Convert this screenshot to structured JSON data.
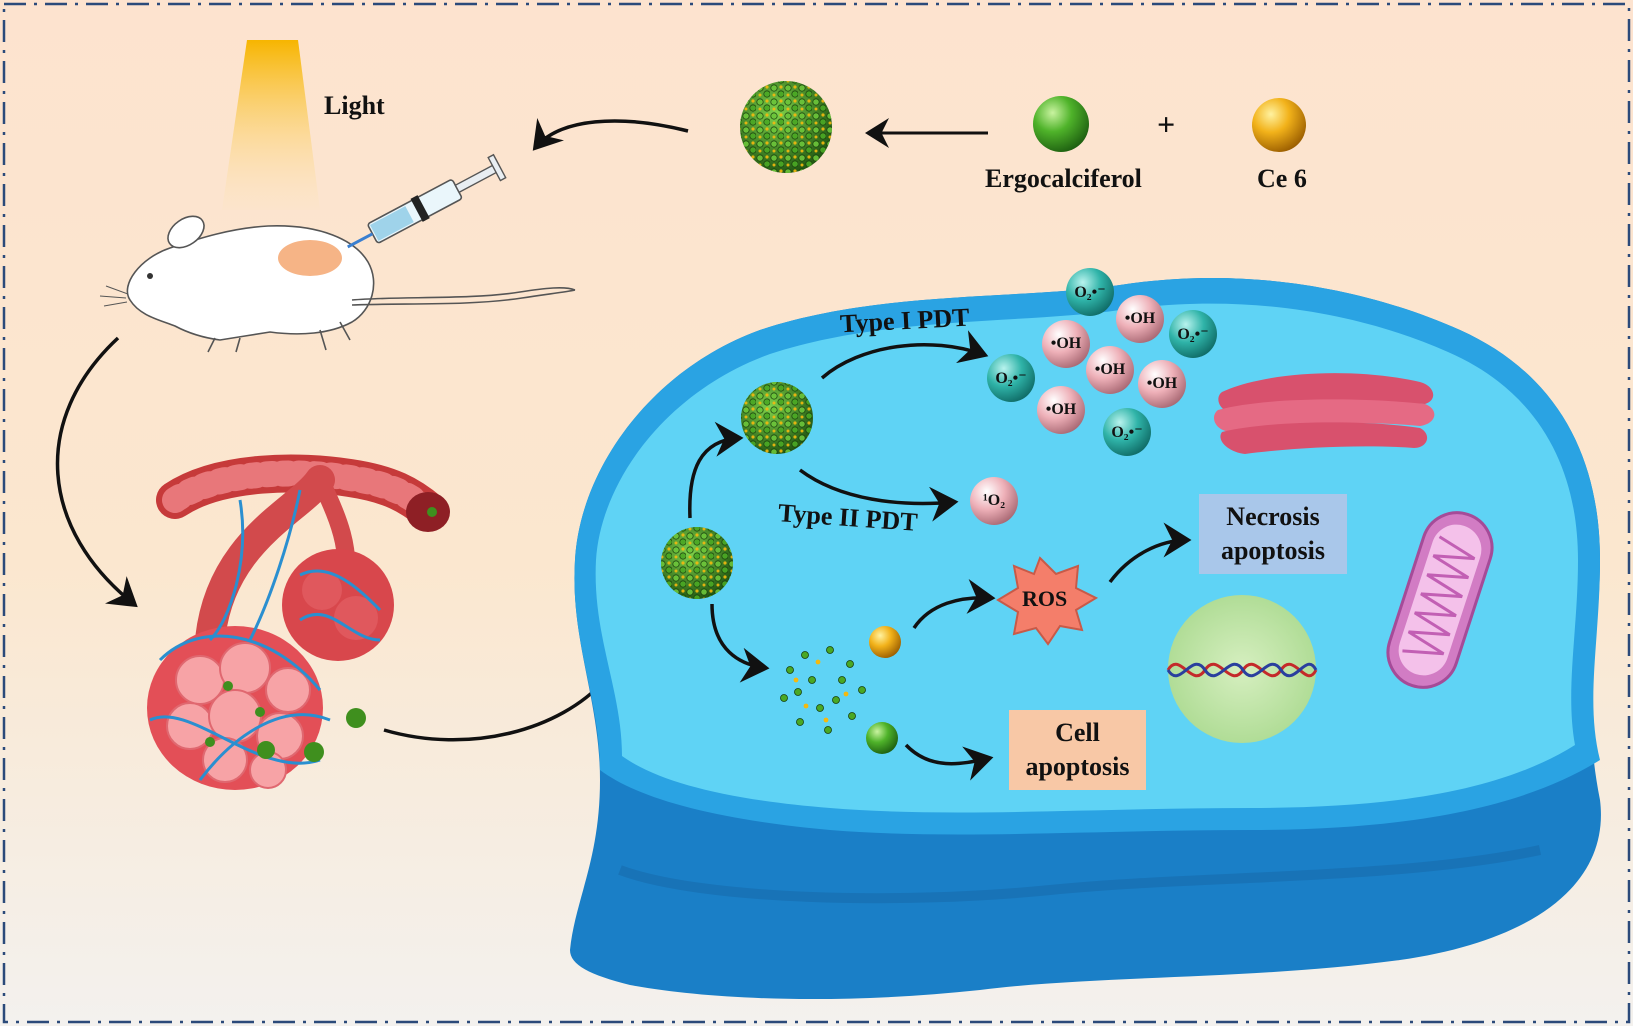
{
  "labels": {
    "light": "Light",
    "ergocalciferol": "Ergocalciferol",
    "plus": "+",
    "ce6": "Ce 6",
    "type1": "Type I PDT",
    "type2": "Type II PDT",
    "ros": "ROS",
    "necrosis_line1": "Necrosis",
    "necrosis_line2": "apoptosis",
    "cell_line1": "Cell",
    "cell_line2": "apoptosis"
  },
  "species": {
    "superoxide": "O₂•⁻",
    "hydroxyl": "•OH",
    "singlet_oxygen": "¹O₂"
  },
  "colors": {
    "background_top": "#fde3cf",
    "background_bottom": "#f3f1ee",
    "border": "#2b4a7a",
    "cell_membrane": "#1f8fd6",
    "cytoplasm": "#5fd3f5",
    "nanoparticle": "#3f8f1e",
    "ce6": "#f2b21a",
    "ergocalciferol": "#4fb32a",
    "superoxide": "#2fb3a8",
    "hydroxyl": "#eeb0b8",
    "ros_burst": "#f47e6a",
    "necrosis_box": "#a9c7ea",
    "apoptosis_box": "#f8c8a6",
    "nucleus": "#bfe3a8"
  }
}
